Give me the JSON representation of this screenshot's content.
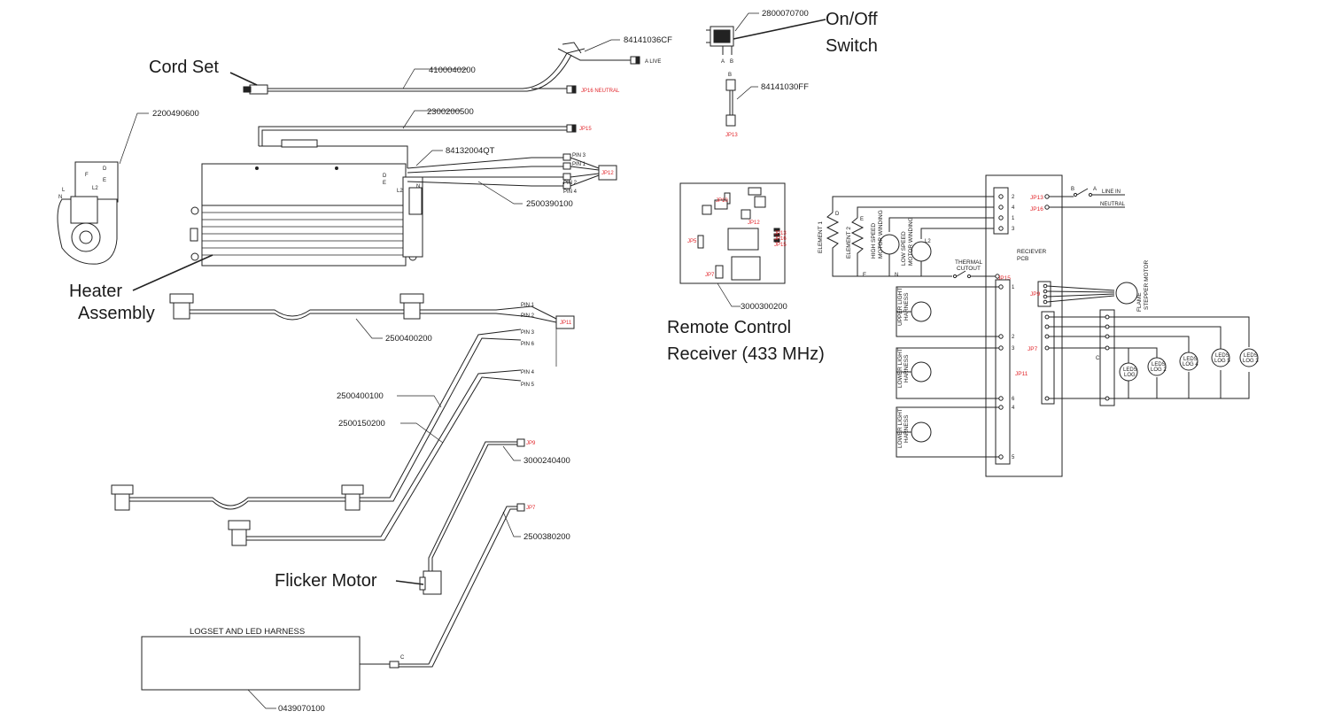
{
  "big_labels": {
    "cord_set": "Cord Set",
    "on_off_1": "On/Off",
    "on_off_2": "Switch",
    "heater_1": "Heater",
    "heater_2": "Assembly",
    "receiver_1": "Remote Control",
    "receiver_2": "Receiver (433 MHz)",
    "flicker": "Flicker Motor"
  },
  "parts": {
    "p84141036CF": "84141036CF",
    "p4100040200": "4100040200",
    "p2300200500": "2300200500",
    "p2200490600": "2200490600",
    "p84132004QT": "84132004QT",
    "p2500390100": "2500390100",
    "p2800070700": "2800070700",
    "p84141030FF": "84141030FF",
    "p3000300200": "3000300200",
    "p2500400200": "2500400200",
    "p2500400100": "2500400100",
    "p2500150200": "2500150200",
    "p3000240400": "3000240400",
    "p2500380200": "2500380200",
    "p0439070100": "0439070100"
  },
  "wire_tags": {
    "a_live": "A LIVE",
    "jp16_neutral": "JP16 NEUTRAL",
    "jp15": "JP15",
    "jp13": "JP13",
    "jp12": "JP12",
    "jp11": "JP11",
    "jp9": "JP9",
    "jp7": "JP7",
    "jp5": "JP5",
    "jp10": "JP10",
    "pin1": "PIN 1",
    "pin2": "PIN 2",
    "pin3": "PIN 3",
    "pin4": "PIN 4",
    "pin5": "PIN 5",
    "pin6": "PIN 6",
    "sw_a": "A",
    "sw_b": "B",
    "c": "C"
  },
  "logset_title": "LOGSET AND LED HARNESS",
  "schematic": {
    "element1": "ELEMENT 1",
    "element2": "ELEMENT 2",
    "high_speed": "HIGH SPEED",
    "high_speed_2": "MOTOR WINDING",
    "low_speed": "LOW SPEED",
    "low_speed_2": "MOTOR WINDING",
    "thermal": "THERMAL",
    "cutout": "CUTOUT",
    "receiver": "RECIEVER",
    "pcb": "PCB",
    "jp13": "JP13",
    "jp16": "JP16",
    "jp15": "JP15",
    "jp9": "JP9",
    "jp7": "JP7",
    "jp11": "JP11",
    "line_in": "LINE IN",
    "neutral": "NEUTRAL",
    "flame": "FLAME",
    "stepper": "STEPPER MOTOR",
    "upper_light": "UPPER LIGHT",
    "harness": "HARNESS",
    "lower_light": "LOWER LIGHT",
    "leds": "LEDS",
    "log": "LOG",
    "log2": "LOG 2",
    "log3": "LOG 3",
    "log4": "LOG 4",
    "log5": "LOG 5",
    "c": "C",
    "a": "A",
    "b": "B",
    "d": "D",
    "e": "E",
    "l2": "L2",
    "n": "N",
    "n1": "1",
    "n2": "2",
    "n3": "3",
    "n4": "4",
    "n5": "5",
    "n6": "6"
  }
}
